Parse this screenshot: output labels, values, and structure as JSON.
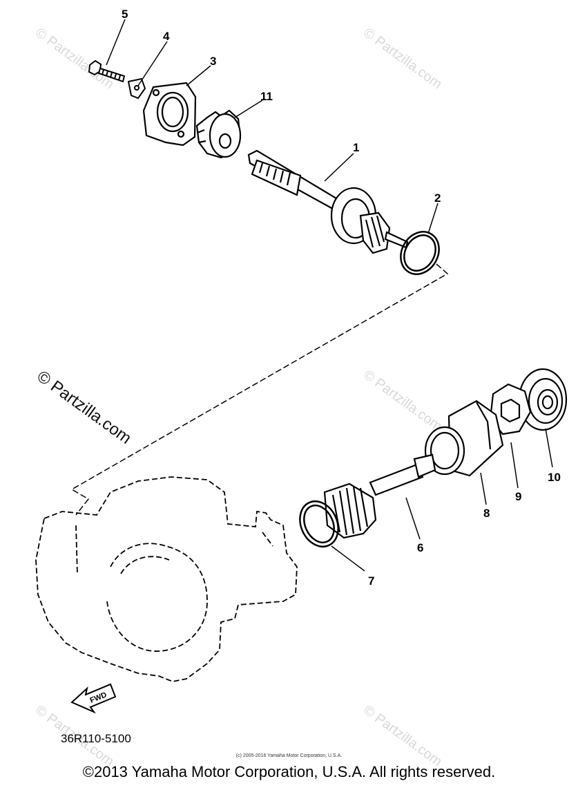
{
  "diagram": {
    "part_code": "36R110-5100",
    "fwd_label": "FWD",
    "callouts": [
      "1",
      "2",
      "3",
      "4",
      "5",
      "6",
      "7",
      "8",
      "9",
      "10",
      "11"
    ]
  },
  "watermark": "© Partzilla.com",
  "footer": {
    "small_copyright": "(c) 2005-2016 Yamaha Motor Corporation, U.S.A.",
    "copyright": "©2013 Yamaha Motor Corporation, U.S.A. All rights reserved."
  }
}
